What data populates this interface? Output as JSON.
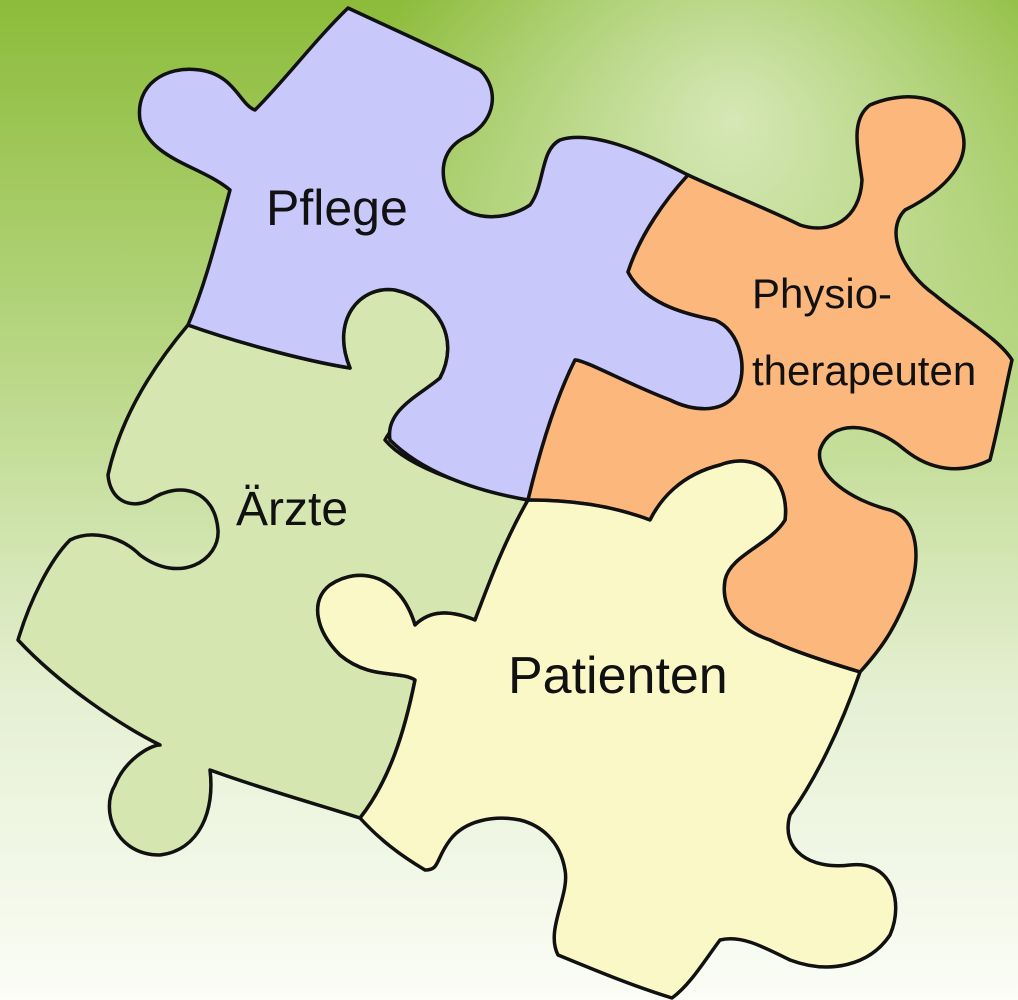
{
  "pieces": {
    "pflege": {
      "label": "Pflege",
      "color": "#c8c8fa"
    },
    "physio": {
      "label_line1": "Physio-",
      "label_line2": "therapeuten",
      "color": "#fbb77c"
    },
    "aerzte": {
      "label": "Ärzte",
      "color": "#d5e6b0"
    },
    "patienten": {
      "label": "Patienten",
      "color": "#fbf8c8"
    }
  },
  "colors": {
    "background_top": "#8fbd3e",
    "background_bottom": "#ffffff",
    "outline": "#111111"
  }
}
